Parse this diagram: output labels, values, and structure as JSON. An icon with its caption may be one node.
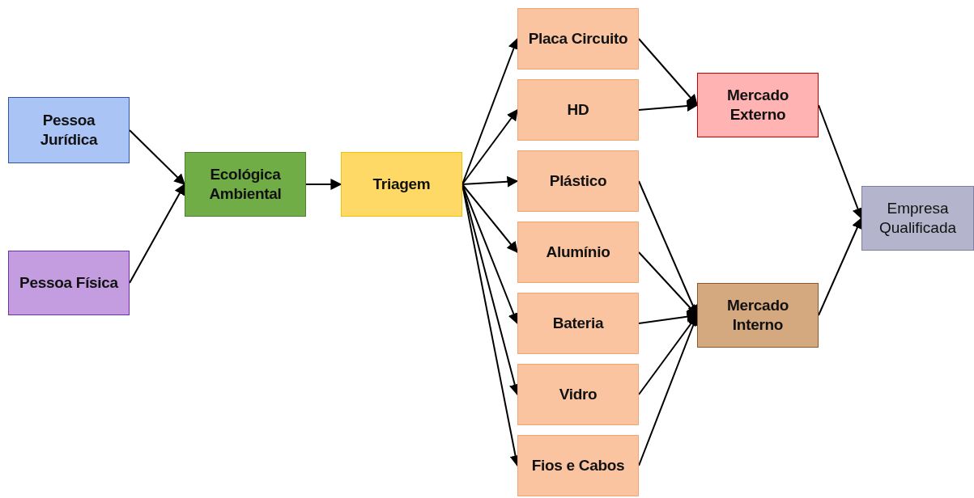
{
  "diagram": {
    "nodes": [
      {
        "text": [
          "Pessoa Jurídica"
        ]
      },
      {
        "text": [
          "Pessoa Física"
        ]
      },
      {
        "text": [
          "Ecológica Ambiental"
        ]
      },
      {
        "text": [
          "Triagem"
        ]
      },
      {
        "text": [
          "Placa Circuito"
        ]
      },
      {
        "text": [
          "HD"
        ]
      },
      {
        "text": [
          "Plástico"
        ]
      },
      {
        "text": [
          "Alumínio"
        ]
      },
      {
        "text": [
          "Bateria"
        ]
      },
      {
        "text": [
          "Vidro"
        ]
      },
      {
        "text": [
          "Fios e Cabos"
        ]
      },
      {
        "text": [
          "Mercado Externo"
        ]
      },
      {
        "text": [
          "Mercado Interno"
        ]
      },
      {
        "text": [
          "Empresa Qualificada"
        ]
      }
    ],
    "edges": [
      {
        "from": 0,
        "to": 2,
        "arrow": "to"
      },
      {
        "from": 1,
        "to": 2,
        "arrow": "to"
      },
      {
        "from": 2,
        "to": 3,
        "arrow": "to"
      },
      {
        "from": 3,
        "to": 4,
        "arrow": "to"
      },
      {
        "from": 3,
        "to": 5,
        "arrow": "to"
      },
      {
        "from": 3,
        "to": 6,
        "arrow": "to"
      },
      {
        "from": 3,
        "to": 7,
        "arrow": "to"
      },
      {
        "from": 3,
        "to": 8,
        "arrow": "to"
      },
      {
        "from": 3,
        "to": 9,
        "arrow": "to"
      },
      {
        "from": 3,
        "to": 10,
        "arrow": "to"
      },
      {
        "from": 4,
        "to": 11,
        "arrow": "to"
      },
      {
        "from": 5,
        "to": 11,
        "arrow": "to"
      },
      {
        "from": 6,
        "to": 12,
        "arrow": "to"
      },
      {
        "from": 7,
        "to": 12,
        "arrow": "to"
      },
      {
        "from": 8,
        "to": 12,
        "arrow": "to"
      },
      {
        "from": 9,
        "to": 12,
        "arrow": "to"
      },
      {
        "from": 10,
        "to": 12,
        "arrow": "to"
      },
      {
        "from": 11,
        "to": 13,
        "arrow": "to"
      },
      {
        "from": 12,
        "to": 13,
        "arrow": "to"
      }
    ]
  }
}
